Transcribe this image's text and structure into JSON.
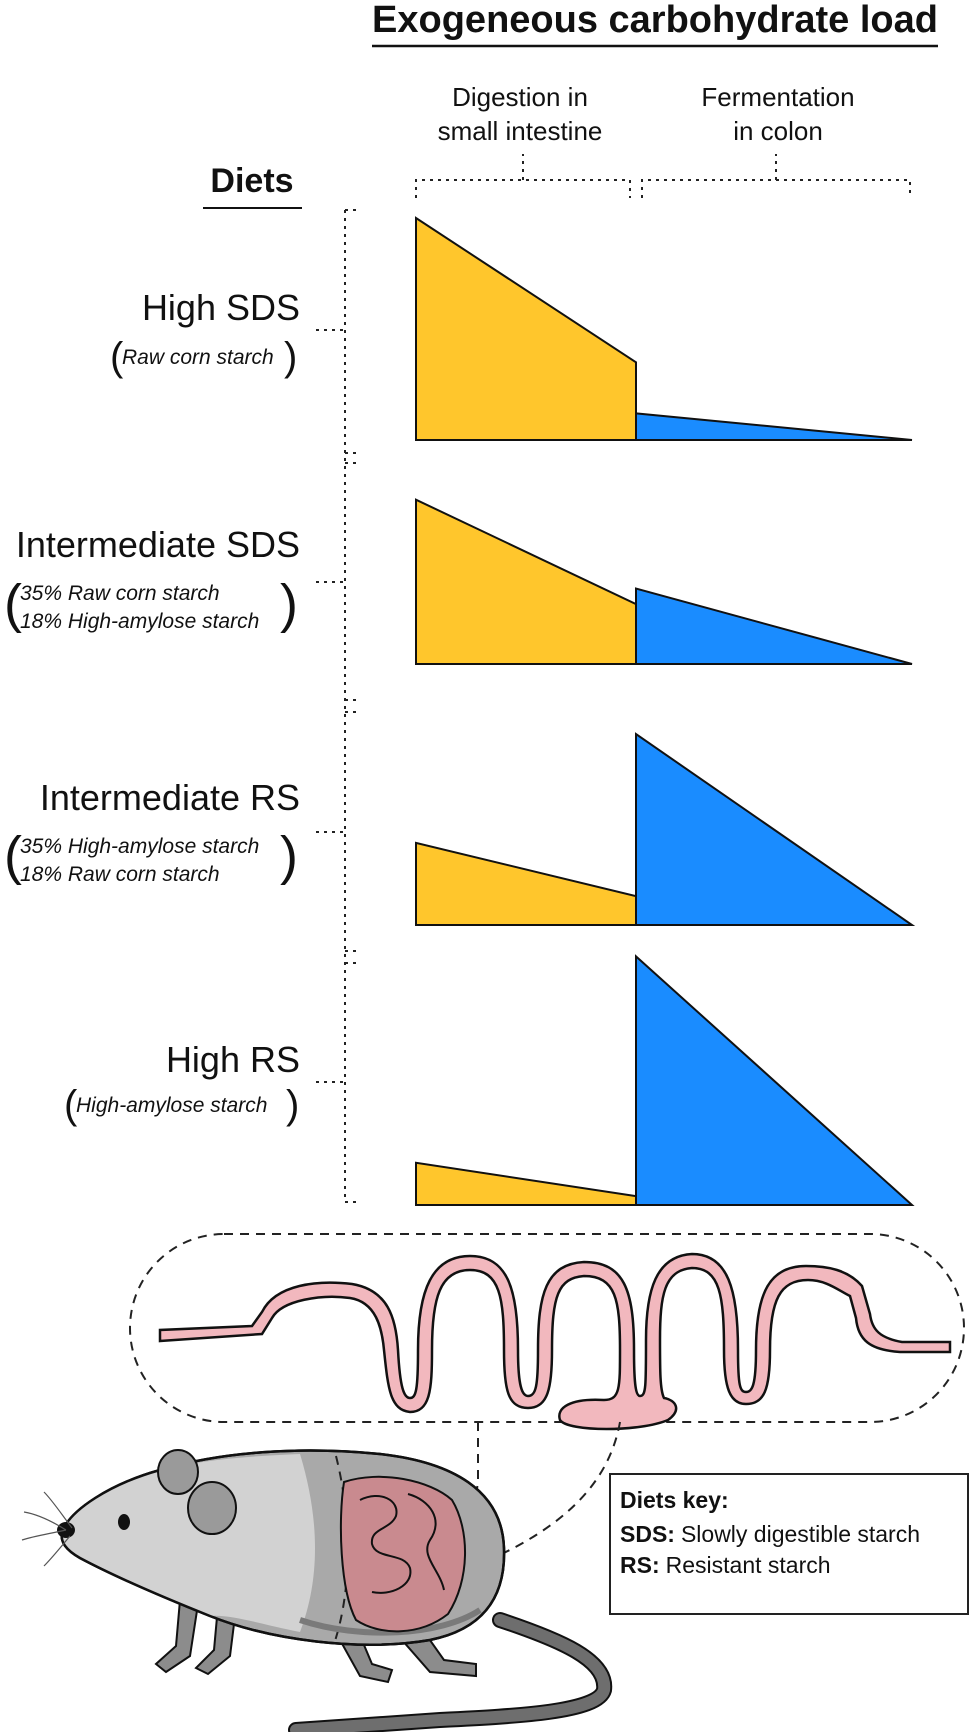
{
  "title": "Exogeneous carbohydrate load",
  "columns": {
    "digestion": [
      "Digestion in",
      "small intestine"
    ],
    "fermentation": [
      "Fermentation",
      "in colon"
    ]
  },
  "diets_heading": "Diets",
  "diets": [
    {
      "name": "High SDS",
      "sub": [
        "Raw corn starch"
      ],
      "digestion_level": [
        1.0,
        0.35
      ],
      "fermentation_level": [
        0.12,
        0.0
      ]
    },
    {
      "name": "Intermediate SDS",
      "sub": [
        "35% Raw corn starch",
        "18% High-amylose starch"
      ],
      "digestion_level": [
        0.74,
        0.27
      ],
      "fermentation_level": [
        0.34,
        0.0
      ]
    },
    {
      "name": "Intermediate RS",
      "sub": [
        "35% High-amylose starch",
        "18% Raw corn starch"
      ],
      "digestion_level": [
        0.37,
        0.13
      ],
      "fermentation_level": [
        0.86,
        0.0
      ]
    },
    {
      "name": "High RS",
      "sub": [
        "High-amylose starch"
      ],
      "digestion_level": [
        0.19,
        0.04
      ],
      "fermentation_level": [
        1.12,
        0.0
      ]
    }
  ],
  "key": {
    "title": "Diets key:",
    "entries": [
      {
        "abbr": "SDS:",
        "meaning": "Slowly digestible starch"
      },
      {
        "abbr": "RS:",
        "meaning": "Resistant starch"
      }
    ]
  },
  "colors": {
    "digestion": "#FFC62C",
    "fermentation": "#1A8CFF",
    "intestine": "#F2B8BE",
    "mouse_body": "#A9A9A9",
    "mouse_tail": "#6E6E6E"
  }
}
